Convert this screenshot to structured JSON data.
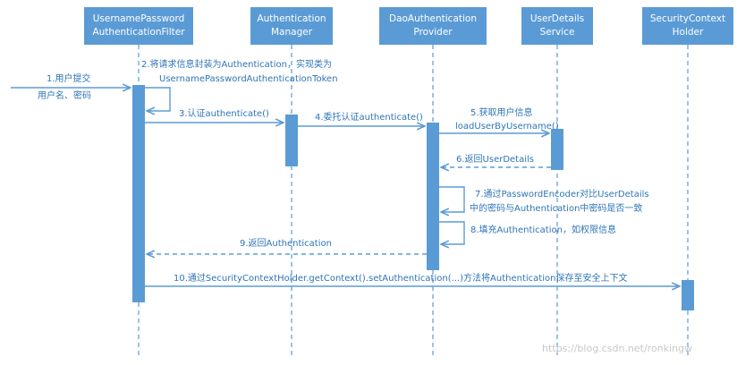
{
  "participants": [
    {
      "line1": "UsernamePassword",
      "line2": "AuthenticationFilter"
    },
    {
      "line1": "Authentication",
      "line2": "Manager"
    },
    {
      "line1": "DaoAuthentication",
      "line2": "Provider"
    },
    {
      "line1": "UserDetails",
      "line2": "Service"
    },
    {
      "line1": "SecurityContext",
      "line2": "Holder"
    }
  ],
  "messages": {
    "m1_a": "1.用户提交",
    "m1_b": "用户名、密码",
    "m2_a": "2.将请求信息封装为Authentication，实现类为",
    "m2_b": "UsernamePasswordAuthenticationToken",
    "m3": "3.认证authenticate()",
    "m4": "4.委托认证authenticate()",
    "m5_a": "5.获取用户信息",
    "m5_b": "loadUserByUsername()",
    "m6": "6.返回UserDetails",
    "m7_a": "7.通过PasswordEncoder对比UserDetails",
    "m7_b": "中的密码与Authentication中密码是否一致",
    "m8": "8.填充Authentication，如权限信息",
    "m9": "9.返回Authentication",
    "m10": "10.通过SecurityContextHolder.getContext().setAuthentication(...)方法将Authentication保存至安全上下文"
  },
  "watermark": "https://blog.csdn.net/ronkingw",
  "colors": {
    "box": "#5b9bd5",
    "line": "#5b9bd5",
    "text": "#2e75b6"
  }
}
